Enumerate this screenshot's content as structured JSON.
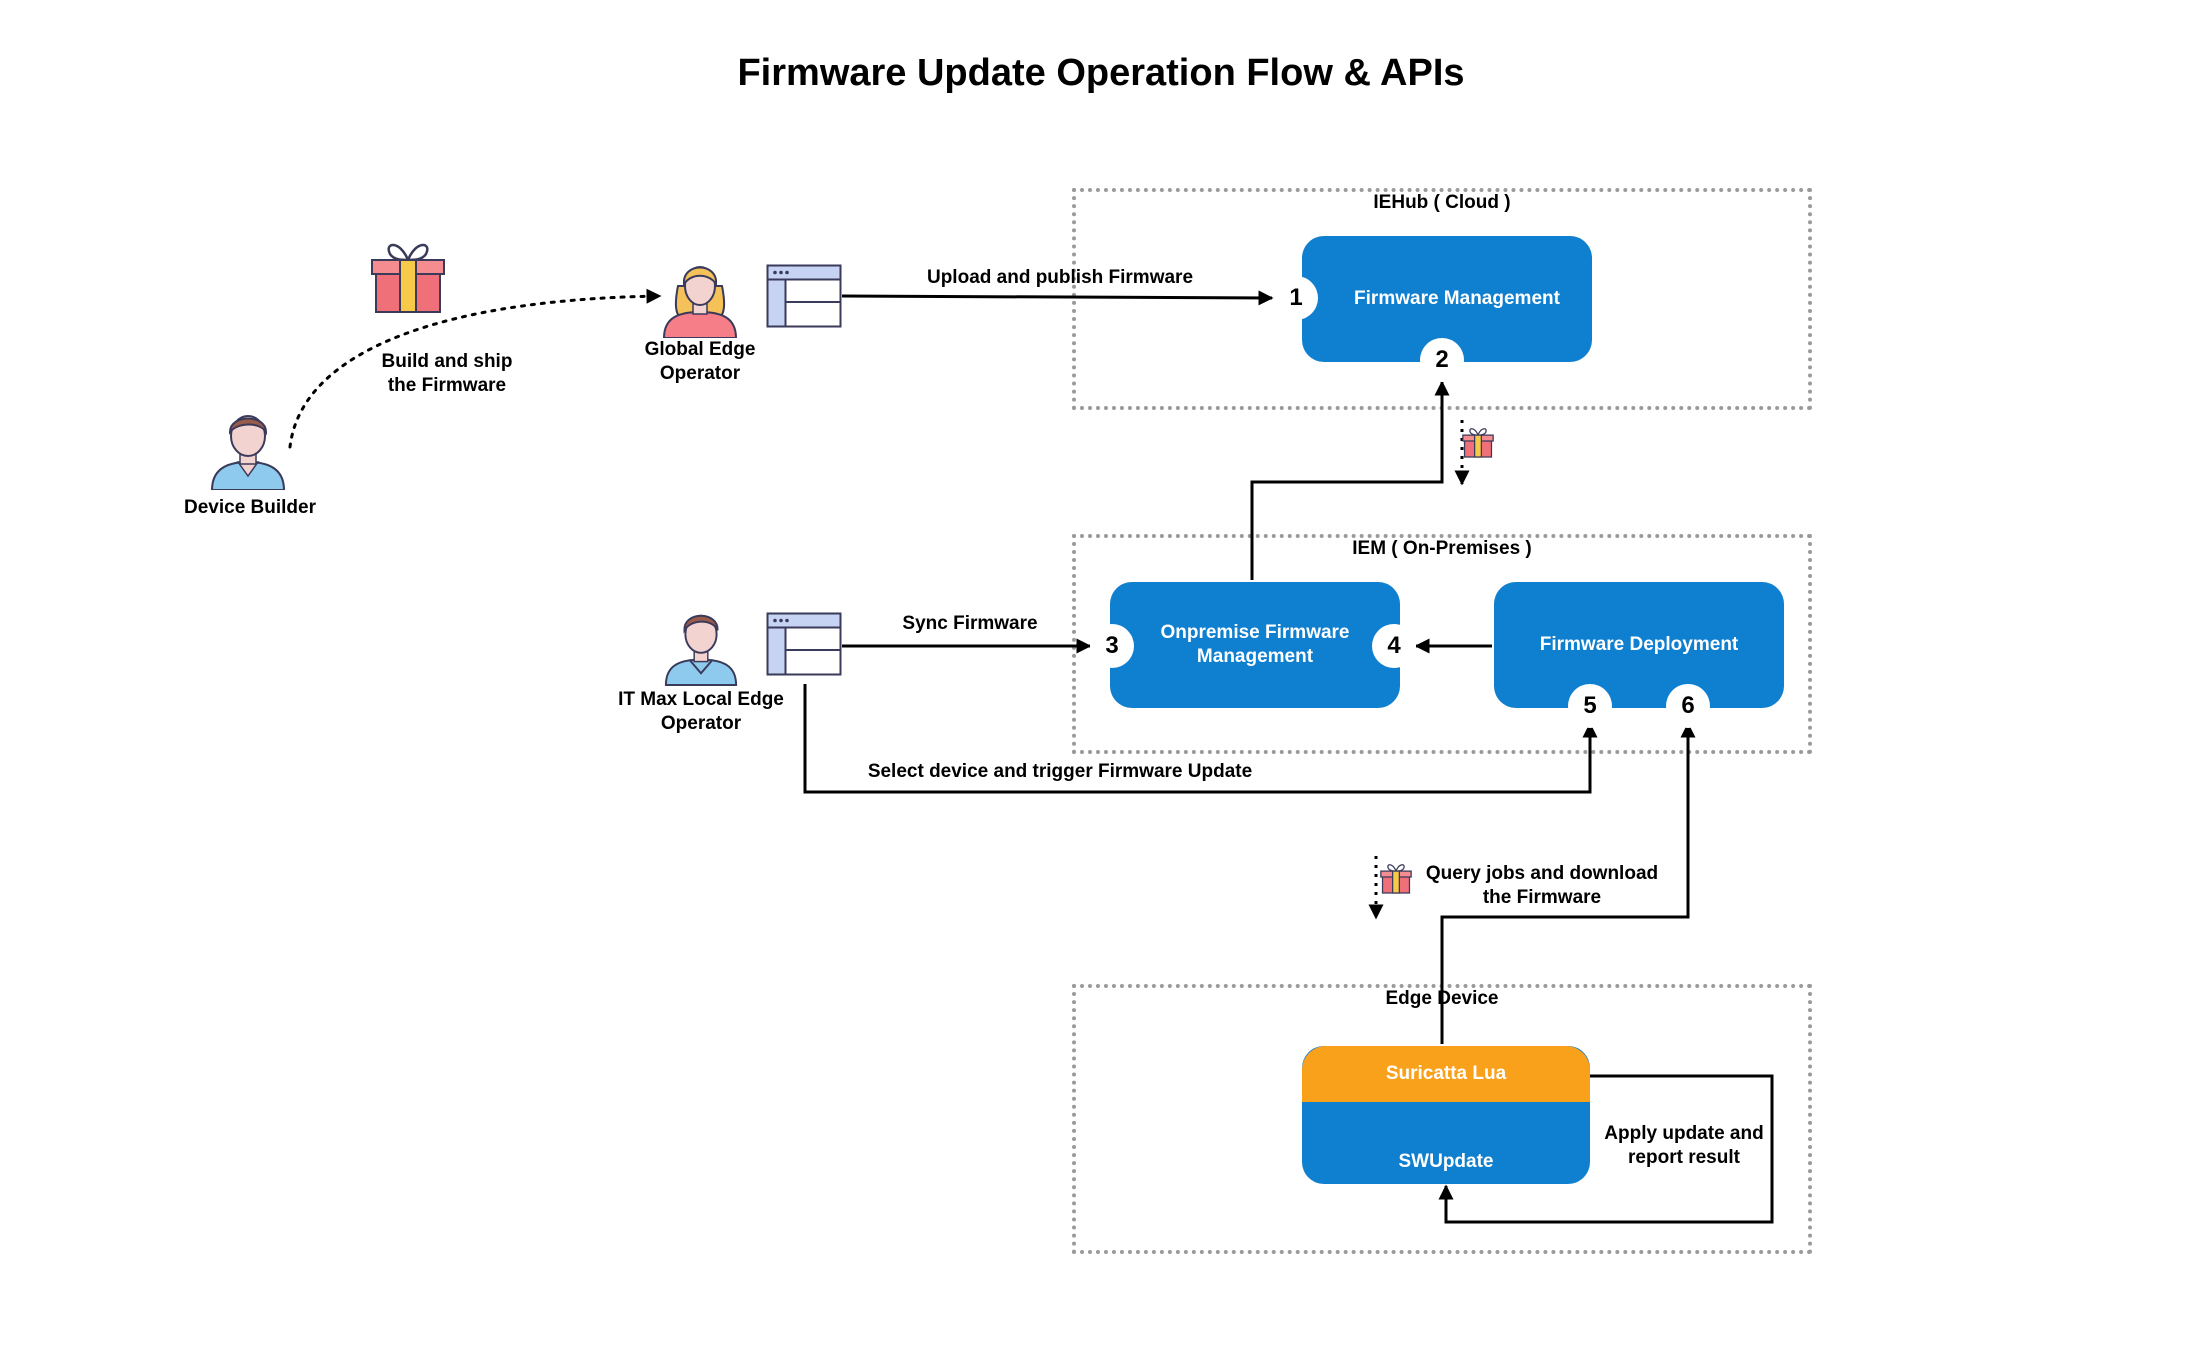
{
  "title": "Firmware Update Operation Flow & APIs",
  "zones": {
    "cloud": "IEHub ( Cloud )",
    "onprem": "IEM ( On-Premises )",
    "edge": "Edge Device"
  },
  "boxes": {
    "firmware_management": "Firmware Management",
    "onpremise_management": "Onpremise Firmware Management",
    "firmware_deployment": "Firmware Deployment",
    "suricatta": "Suricatta Lua",
    "swupdate": "SWUpdate"
  },
  "badges": [
    "1",
    "2",
    "3",
    "4",
    "5",
    "6"
  ],
  "actors": {
    "device_builder": "Device Builder",
    "global_operator": "Global Edge Operator",
    "local_operator": "IT Max Local Edge Operator"
  },
  "labels": {
    "build_ship": "Build and ship the Firmware",
    "upload_publish": "Upload and publish Firmware",
    "sync": "Sync Firmware",
    "select_trigger": "Select device and trigger Firmware Update",
    "query_jobs": "Query jobs and download the Firmware",
    "apply_update": "Apply update and report result"
  },
  "icons": [
    "gift-icon",
    "person-icon",
    "browser-window-icon"
  ],
  "colors": {
    "blue_box": "#0f7fcf",
    "orange_box": "#f9a11b",
    "zone_border": "#9a9a9a",
    "gift_red": "#f0707a",
    "gift_yellow": "#f7c948"
  }
}
